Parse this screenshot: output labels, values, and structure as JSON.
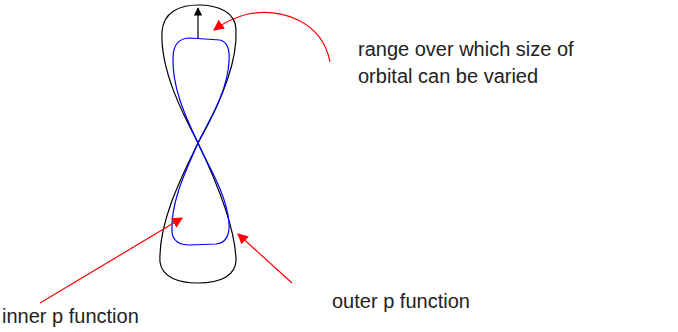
{
  "diagram": {
    "labels": [
      "range over which size of orbital can be varied",
      "inner p function",
      "outer p function"
    ]
  }
}
